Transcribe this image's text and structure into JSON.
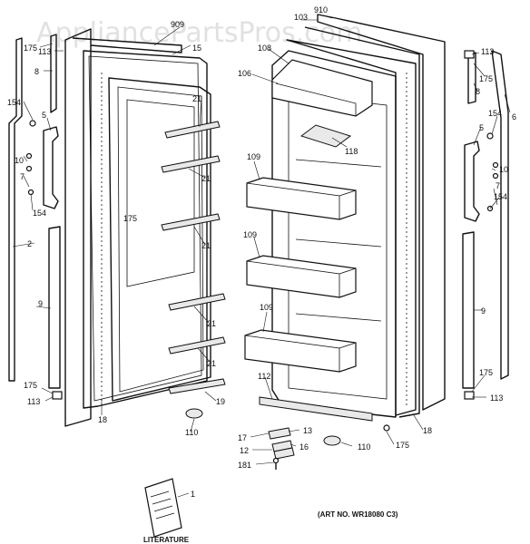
{
  "watermark": "AppliancePartsPros.com",
  "art_number": "(ART NO. WR18080 C3)",
  "literature_label": "LITERATURE",
  "callouts": {
    "c175a": "175",
    "c113a": "113",
    "c8a": "8",
    "c909": "909",
    "c15": "15",
    "c154a": "154",
    "c5a": "5",
    "c10a": "10",
    "c7a": "7",
    "c154b": "154",
    "c175b": "175",
    "c2": "2",
    "c9a": "9",
    "c175c": "175",
    "c113b": "113",
    "c18a": "18",
    "c21a": "21",
    "c21b": "21",
    "c21c": "21",
    "c21d": "21",
    "c21e": "21",
    "c19": "19",
    "c110a": "110",
    "c103": "103",
    "c910": "910",
    "c108": "108",
    "c106": "106",
    "c118": "118",
    "c109a": "109",
    "c109b": "109",
    "c109c": "109",
    "c112": "112",
    "c113c": "113",
    "c175d": "175",
    "c8b": "8",
    "c154c": "154",
    "c6": "6",
    "c5b": "5",
    "c10b": "10",
    "c7b": "7",
    "c154d": "154",
    "c9b": "9",
    "c175e": "175",
    "c113d": "113",
    "c18b": "18",
    "c175f": "175",
    "c110b": "110",
    "c17": "17",
    "c13": "13",
    "c16": "16",
    "c12": "12",
    "c181": "181",
    "c1": "1"
  }
}
